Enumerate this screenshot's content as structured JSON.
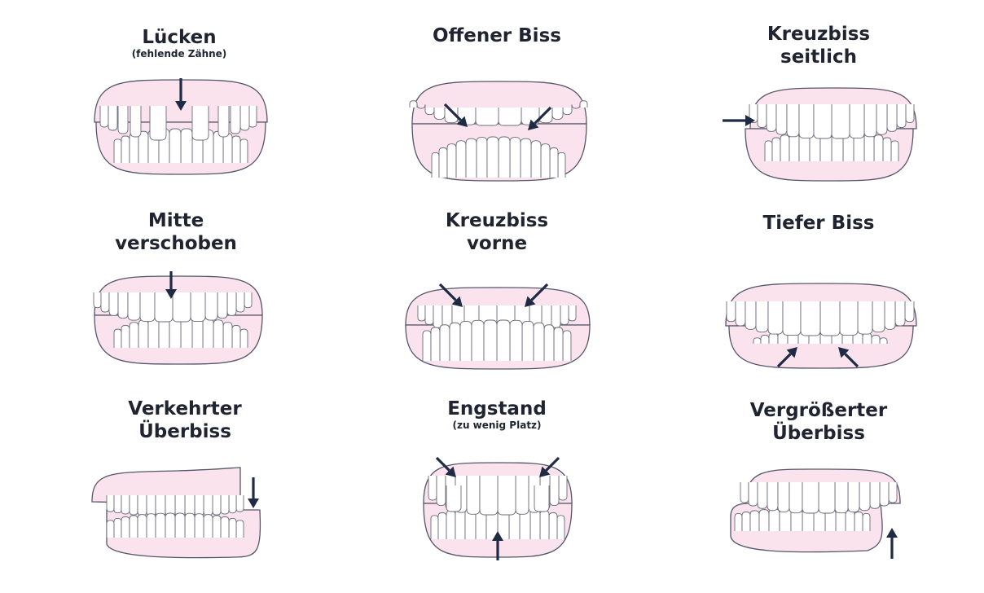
{
  "colors": {
    "gum": "#fbe3ee",
    "gum_stroke": "#55566a",
    "tooth": "#ffffff",
    "tooth_stroke": "#6a6b78",
    "arrow": "#1f2a44",
    "text": "#1f2430"
  },
  "cells": [
    {
      "id": "luecken",
      "title": "Lücken",
      "subtitle": "(fehlende Zähne)"
    },
    {
      "id": "offener-biss",
      "title": "Offener Biss",
      "subtitle": ""
    },
    {
      "id": "kreuzbiss-seitlich",
      "title": "Kreuzbiss\nseitlich",
      "subtitle": ""
    },
    {
      "id": "mitte-verschoben",
      "title": "Mitte\nverschoben",
      "subtitle": ""
    },
    {
      "id": "kreuzbiss-vorne",
      "title": "Kreuzbiss\nvorne",
      "subtitle": ""
    },
    {
      "id": "tiefer-biss",
      "title": "Tiefer Biss",
      "subtitle": ""
    },
    {
      "id": "verkehrter-ueberbiss",
      "title": "Verkehrter\nÜberbiss",
      "subtitle": ""
    },
    {
      "id": "engstand",
      "title": "Engstand",
      "subtitle": "(zu wenig Platz)"
    },
    {
      "id": "vergroesserter-ueberbiss",
      "title": "Vergrößerter\nÜberbiss",
      "subtitle": ""
    }
  ]
}
